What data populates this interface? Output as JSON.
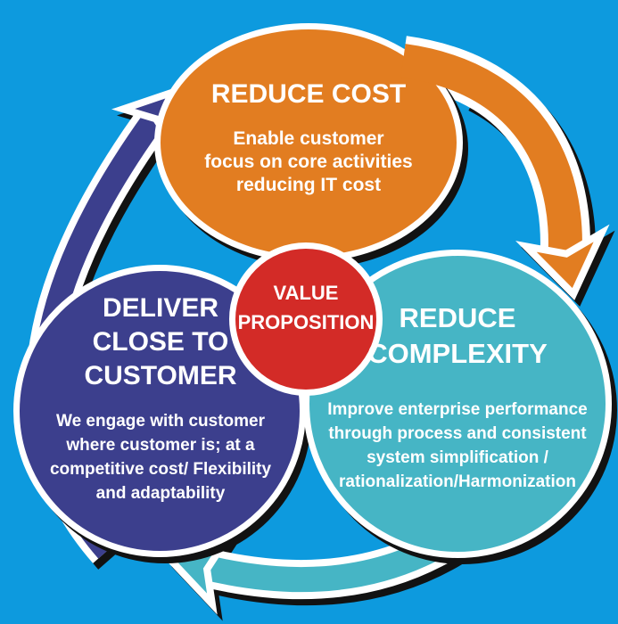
{
  "diagram": {
    "background_color": "#0d9ade",
    "outline_color": "#ffffff",
    "shadow_color": "#121212",
    "center": {
      "title": "VALUE PROPOSITION",
      "title_lines": [
        "VALUE",
        "PROPOSITION"
      ],
      "color": "#d32b27"
    },
    "nodes": [
      {
        "name": "reduce-cost",
        "color": "#e27d21",
        "title": "REDUCE COST",
        "title_lines": [
          "REDUCE COST"
        ],
        "description": "Enable customer focus on core activities reducing IT cost",
        "description_lines": [
          "Enable customer",
          "focus on core activities",
          "reducing IT cost"
        ]
      },
      {
        "name": "deliver-close-to-customer",
        "color": "#3c3f8d",
        "title": "DELIVER CLOSE TO CUSTOMER",
        "title_lines": [
          "DELIVER",
          "CLOSE TO",
          "CUSTOMER"
        ],
        "description": "We engage with customer where customer is; at a competitive cost/ Flexibility and adaptability",
        "description_lines": [
          "We engage with customer",
          "where customer is; at a",
          "competitive cost/ Flexibility",
          "and adaptability"
        ]
      },
      {
        "name": "reduce-complexity",
        "color": "#46b5c5",
        "title": "REDUCE COMPLEXITY",
        "title_lines": [
          "REDUCE",
          "COMPLEXITY"
        ],
        "description": "Improve enterprise performance through process and consistent system simplification / rationalization/Harmonization",
        "description_lines": [
          "Improve enterprise performance",
          "through process and consistent",
          "system simplification /",
          "rationalization/Harmonization"
        ]
      }
    ],
    "arrows": [
      {
        "name": "cycle-arrow-cost-to-complexity",
        "color": "#e27d21"
      },
      {
        "name": "cycle-arrow-complexity-to-customer",
        "color": "#46b5c5"
      },
      {
        "name": "cycle-arrow-customer-to-cost",
        "color": "#3c3f8d"
      }
    ]
  }
}
